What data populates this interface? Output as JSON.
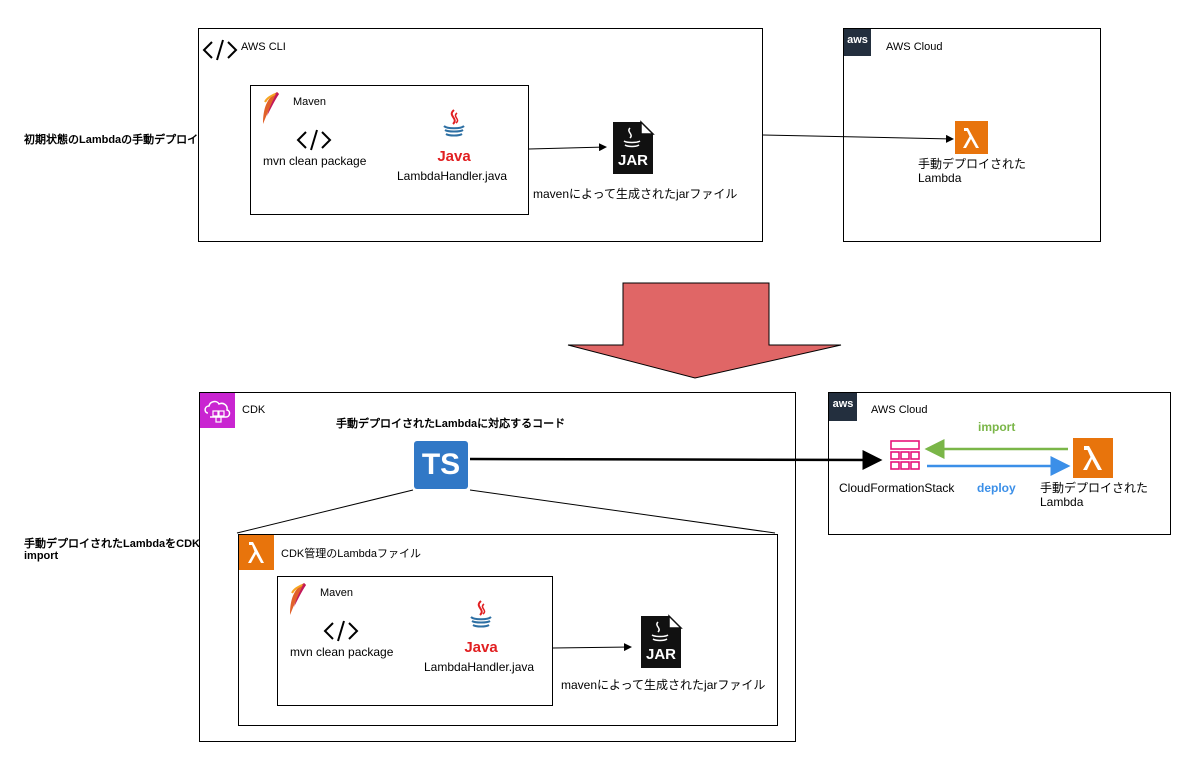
{
  "top": {
    "side_label": "初期状態のLambdaの手動デプロイ",
    "cli_box_title": "AWS CLI",
    "maven_title": "Maven",
    "mvn_command": "mvn clean package",
    "java_word": "Java",
    "java_file": "LambdaHandler.java",
    "jar_word": "JAR",
    "jar_label": "mavenによって生成されたjarファイル",
    "cloud_logo": "aws",
    "cloud_title": "AWS Cloud",
    "lambda_label_line1": "手動デプロイされた",
    "lambda_label_line2": "Lambda"
  },
  "bottom": {
    "side_label_line1": "手動デプロイされたLambdaをCDK",
    "side_label_line2": "import",
    "cdk_title": "CDK",
    "code_caption": "手動デプロイされたLambdaに対応するコード",
    "ts_word": "TS",
    "lambda_file_title": "CDK管理のLambdaファイル",
    "maven_title": "Maven",
    "mvn_command": "mvn clean package",
    "java_word": "Java",
    "java_file": "LambdaHandler.java",
    "jar_word": "JAR",
    "jar_label": "mavenによって生成されたjarファイル",
    "cloud_logo": "aws",
    "cloud_title": "AWS Cloud",
    "import_label": "import",
    "deploy_label": "deploy",
    "stack_label": "CloudFormationStack",
    "lambda_label_line1": "手動デプロイされた",
    "lambda_label_line2": "Lambda"
  },
  "colors": {
    "big_arrow": "#e06666",
    "import_arrow": "#7ab648",
    "deploy_arrow": "#3b8fe8",
    "lambda_orange": "#e8740c",
    "cdk_purple": "#c925d1",
    "stack_pink": "#e7157b",
    "ts_blue": "#3178c6",
    "java_red": "#e11f21",
    "java_blue": "#2d6fa3",
    "aws_dark": "#232f3e"
  },
  "icons": [
    "code-icon",
    "maven-feather-icon",
    "java-icon",
    "jar-icon",
    "aws-logo-icon",
    "lambda-icon",
    "typescript-icon",
    "cdk-icon",
    "cloudformation-stack-icon",
    "down-arrow-icon"
  ]
}
